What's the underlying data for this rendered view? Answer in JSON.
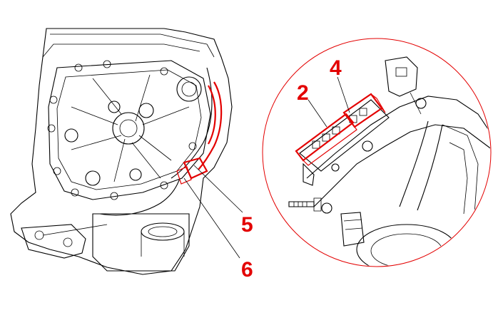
{
  "callouts": {
    "label_2": "2",
    "label_4": "4",
    "label_5": "5",
    "label_6": "6"
  },
  "colors": {
    "highlight": "#e30000",
    "line_art": "#000000",
    "background": "#ffffff"
  }
}
